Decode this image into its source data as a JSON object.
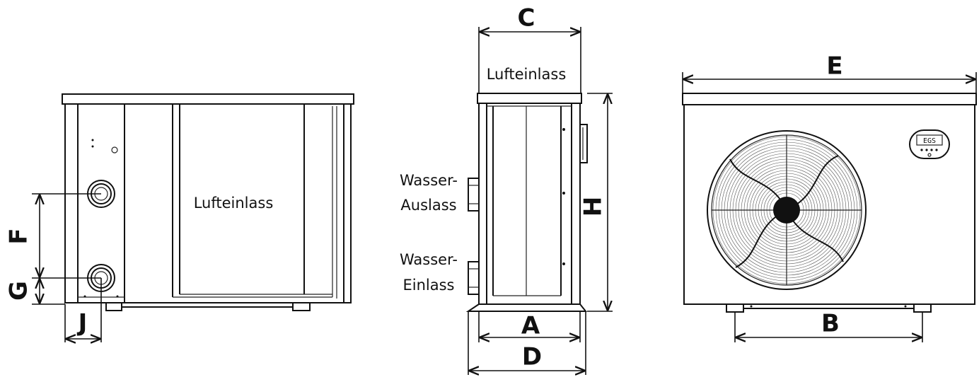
{
  "labels": {
    "left_air_inlet": "Lufteinlass",
    "side_air_inlet": "Lufteinlass",
    "water_outlet_line1": "Wasser-",
    "water_outlet_line2": "Auslass",
    "water_inlet_line1": "Wasser-",
    "water_inlet_line2": "Einlass"
  },
  "dimensions": {
    "A": "A",
    "B": "B",
    "C": "C",
    "D": "D",
    "E": "E",
    "F": "F",
    "G": "G",
    "H": "H",
    "J": "J"
  },
  "display_text": "EGS"
}
